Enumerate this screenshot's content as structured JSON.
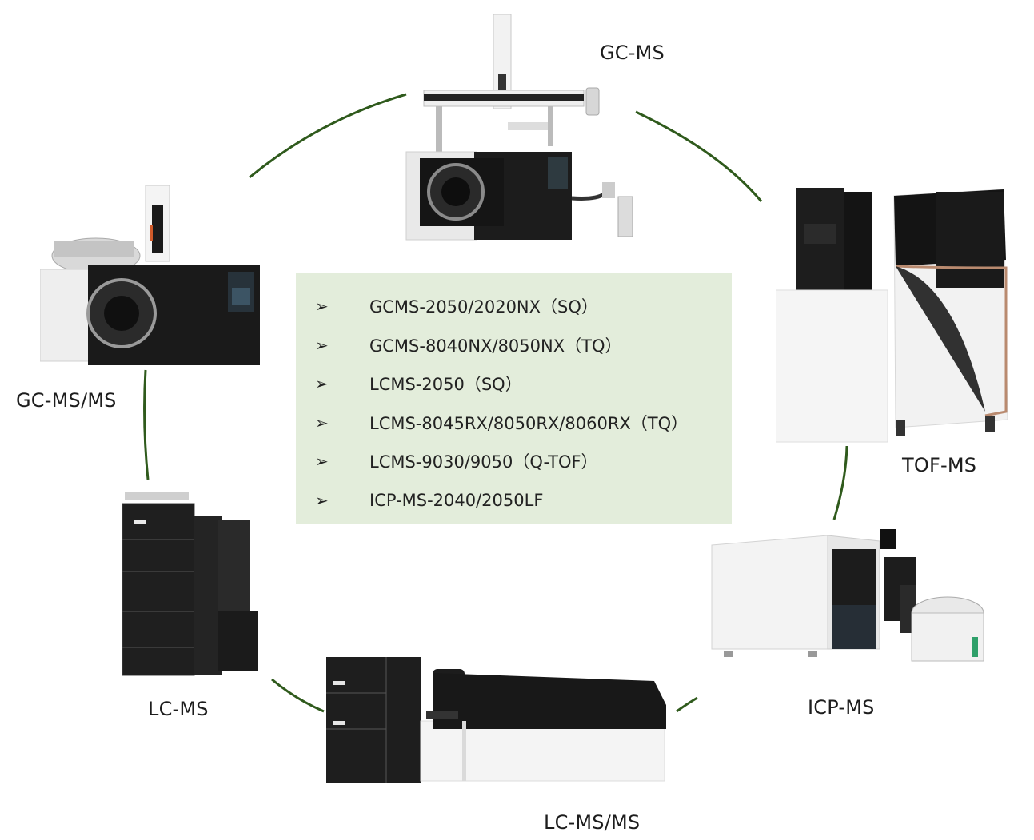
{
  "labels": {
    "gcms": "GC-MS",
    "gcmsms": "GC-MS/MS",
    "tofms": "TOF-MS",
    "lcms": "LC-MS",
    "icpms": "ICP-MS",
    "lcmsms": "LC-MS/MS"
  },
  "list": {
    "bullet": "➢",
    "items": [
      "GCMS-2050/2020NX（SQ）",
      "GCMS-8040NX/8050NX（TQ）",
      "LCMS-2050（SQ）",
      "LCMS-8045RX/8050RX/8060RX（TQ）",
      "LCMS-9030/9050（Q-TOF）",
      "ICP-MS-2040/2050LF"
    ]
  },
  "colors": {
    "arc": "#2f5a1c",
    "box": "#e3eddb"
  }
}
